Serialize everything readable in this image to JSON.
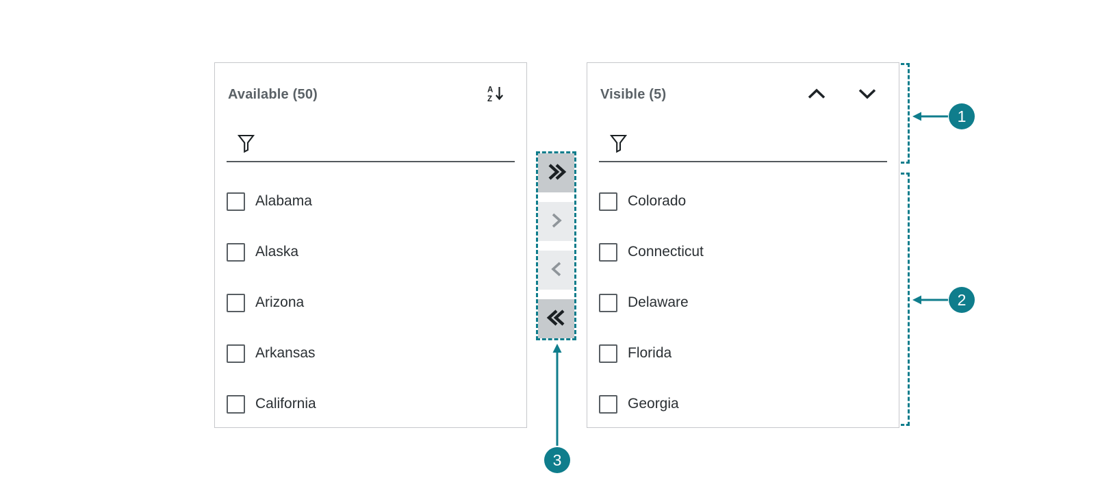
{
  "colors": {
    "accent_teal": "#0f7d8c",
    "panel_border": "#c6c7cb",
    "enabled_button_bg": "#c6cacd",
    "disabled_button_bg": "#e9ebed"
  },
  "available_panel": {
    "title": "Available (50)",
    "sort_icon": "sort-az-descending-icon",
    "filter": {
      "value": "",
      "placeholder": ""
    },
    "filter_icon": "filter-funnel-icon",
    "items": [
      {
        "label": "Alabama",
        "checked": false
      },
      {
        "label": "Alaska",
        "checked": false
      },
      {
        "label": "Arizona",
        "checked": false
      },
      {
        "label": "Arkansas",
        "checked": false
      },
      {
        "label": "California",
        "checked": false
      }
    ]
  },
  "visible_panel": {
    "title": "Visible (5)",
    "reorder_icons": [
      "chevron-up-icon",
      "chevron-down-icon"
    ],
    "filter": {
      "value": "",
      "placeholder": ""
    },
    "filter_icon": "filter-funnel-icon",
    "items": [
      {
        "label": "Colorado",
        "checked": false
      },
      {
        "label": "Connecticut",
        "checked": false
      },
      {
        "label": "Delaware",
        "checked": false
      },
      {
        "label": "Florida",
        "checked": false
      },
      {
        "label": "Georgia",
        "checked": false
      }
    ]
  },
  "transfer_buttons": [
    {
      "icon": "double-chevron-right-icon",
      "action": "move-all-right",
      "enabled": true
    },
    {
      "icon": "chevron-right-icon",
      "action": "move-selected-right",
      "enabled": false
    },
    {
      "icon": "chevron-left-icon",
      "action": "move-selected-left",
      "enabled": false
    },
    {
      "icon": "double-chevron-left-icon",
      "action": "move-all-left",
      "enabled": true
    }
  ],
  "sort_icon_letters": {
    "top": "A",
    "bottom": "Z"
  },
  "callouts": [
    {
      "number": "1"
    },
    {
      "number": "2"
    },
    {
      "number": "3"
    }
  ]
}
